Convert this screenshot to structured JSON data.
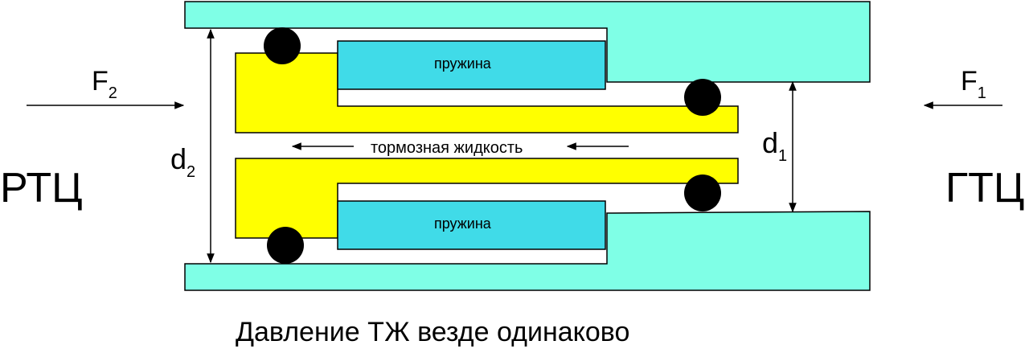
{
  "labels": {
    "rtc": "РТЦ",
    "gtc": "ГТЦ",
    "f2_main": "F",
    "f2_sub": "2",
    "f1_main": "F",
    "f1_sub": "1",
    "d2_main": "d",
    "d2_sub": "2",
    "d1_main": "d",
    "d1_sub": "1",
    "spring_top": "пружина",
    "spring_bottom": "пружина",
    "fluid": "тормозная жидкость",
    "caption": "Давление ТЖ везде одинаково"
  },
  "colors": {
    "housing": "#7fffe6",
    "piston": "#ffff00",
    "spring": "#40dbe8",
    "seal": "#000000",
    "outline": "#000000",
    "background": "#ffffff"
  }
}
